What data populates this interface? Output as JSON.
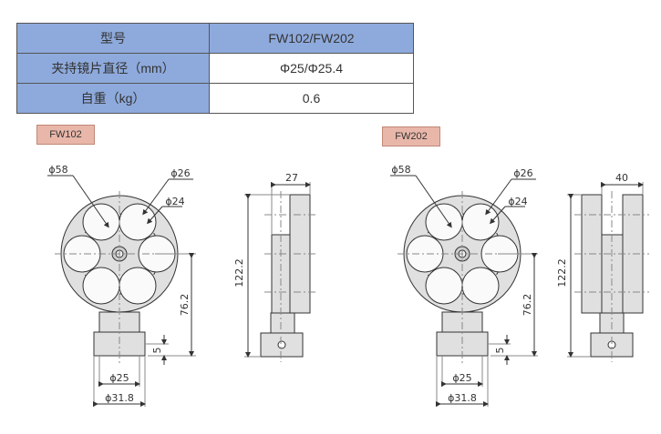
{
  "spec_table": [
    {
      "key": "型号",
      "value": "FW102/FW202"
    },
    {
      "key": "夹持镜片直径（mm）",
      "value": "Φ25/Φ25.4"
    },
    {
      "key": "自重（kg）",
      "value": "0.6"
    }
  ],
  "models": [
    {
      "tag": "FW102",
      "width_dim": "27"
    },
    {
      "tag": "FW202",
      "width_dim": "40"
    }
  ],
  "dims": {
    "d58": "ϕ58",
    "d26": "ϕ26",
    "d24": "ϕ24",
    "h76": "76.2",
    "h5": "5",
    "d25": "ϕ25",
    "d31": "ϕ31.8",
    "h122": "122.2"
  }
}
